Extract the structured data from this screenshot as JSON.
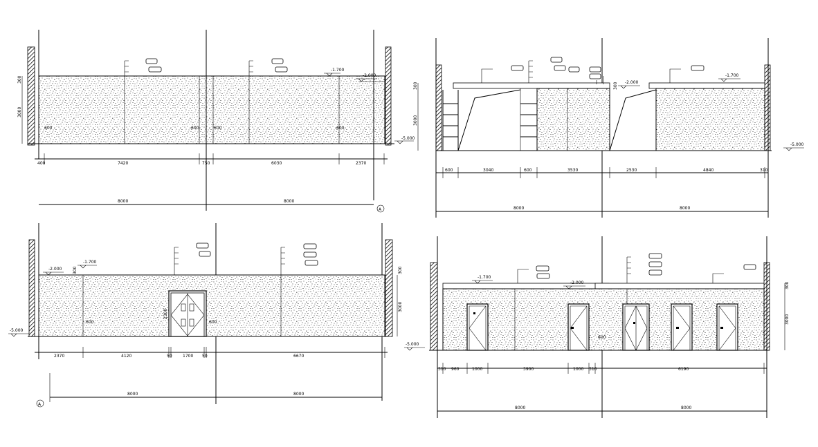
{
  "colors": {
    "ink": "#000000",
    "paper": "#ffffff"
  },
  "elevations": [
    {
      "id": "top-left",
      "levels": [
        "-1.700",
        "-2.000",
        "-5.000"
      ],
      "heights": [
        "300",
        "3000"
      ],
      "small_dims": [
        "600",
        "600",
        "600",
        "600"
      ],
      "dims_row1": [
        "400",
        "7420",
        "750",
        "6030",
        "2370"
      ],
      "dims_row2": [
        "8000",
        "8000"
      ],
      "axis": "A"
    },
    {
      "id": "top-right",
      "levels": [
        "-2.000",
        "-1.700",
        "-5.000"
      ],
      "heights": [
        "300",
        "3000",
        "300"
      ],
      "dims_row1": [
        "600",
        "3040",
        "600",
        "3530",
        "2530",
        "4840",
        "310"
      ],
      "dims_row2": [
        "8000",
        "8000"
      ]
    },
    {
      "id": "bottom-left",
      "levels": [
        "-2.000",
        "-1.700",
        "-5.000"
      ],
      "heights": [
        "300",
        "300",
        "3000",
        "2300"
      ],
      "small_dims": [
        "600",
        "600"
      ],
      "dims_row1": [
        "2370",
        "4120",
        "50",
        "1700",
        "50",
        "6670"
      ],
      "dims_row2": [
        "8000",
        "8000"
      ],
      "axis": "A"
    },
    {
      "id": "bottom-right",
      "levels": [
        "-1.700",
        "-2.000",
        "-5.000"
      ],
      "heights": [
        "300",
        "3000"
      ],
      "small_dims": [
        "600"
      ],
      "dims_row1": [
        "310",
        "960",
        "1000",
        "3900",
        "1000",
        "310",
        "6190"
      ],
      "dims_row2": [
        "8000",
        "8000"
      ]
    }
  ]
}
